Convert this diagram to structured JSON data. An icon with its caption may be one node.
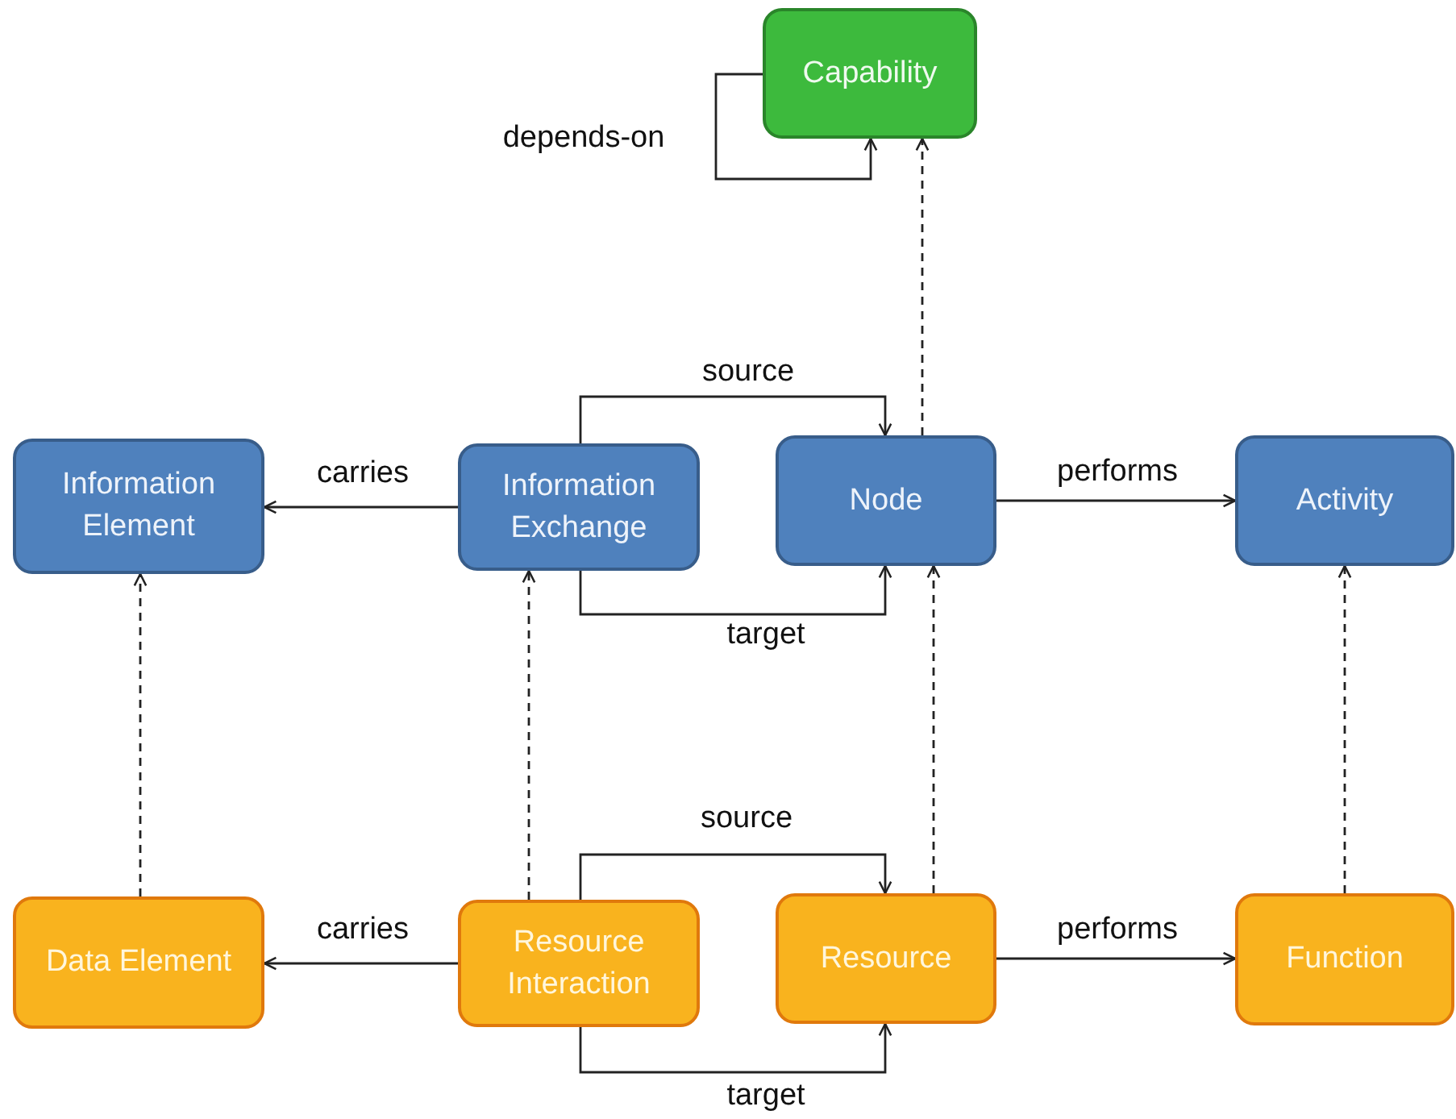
{
  "diagram": {
    "nodes": [
      {
        "text": [
          "Capability"
        ]
      },
      {
        "text": [
          "Information Element"
        ]
      },
      {
        "text": [
          "Information Exchange"
        ]
      },
      {
        "text": [
          "Node"
        ]
      },
      {
        "text": [
          "Activity"
        ]
      },
      {
        "text": [
          "Data Element"
        ]
      },
      {
        "text": [
          "Resource Interaction"
        ]
      },
      {
        "text": [
          "Resource"
        ]
      },
      {
        "text": [
          "Function"
        ]
      }
    ],
    "edges": [
      {
        "from": 0,
        "to": 0,
        "arrow": "to",
        "label": "depends-on"
      },
      {
        "from": 2,
        "to": 1,
        "arrow": "to",
        "label": "carries"
      },
      {
        "from": 2,
        "to": 3,
        "arrow": "to",
        "label": "source"
      },
      {
        "from": 2,
        "to": 3,
        "arrow": "to",
        "label": "target"
      },
      {
        "from": 3,
        "to": 4,
        "arrow": "to",
        "label": "performs"
      },
      {
        "from": 3,
        "to": 0,
        "arrow": "to",
        "style": "dashed"
      },
      {
        "from": 5,
        "to": 1,
        "arrow": "to",
        "style": "dashed"
      },
      {
        "from": 6,
        "to": 2,
        "arrow": "to",
        "style": "dashed"
      },
      {
        "from": 6,
        "to": 5,
        "arrow": "to",
        "label": "carries"
      },
      {
        "from": 6,
        "to": 7,
        "arrow": "to",
        "label": "source"
      },
      {
        "from": 6,
        "to": 7,
        "arrow": "to",
        "label": "target"
      },
      {
        "from": 7,
        "to": 8,
        "arrow": "to",
        "label": "performs"
      },
      {
        "from": 7,
        "to": 3,
        "arrow": "to",
        "style": "dashed"
      },
      {
        "from": 8,
        "to": 4,
        "arrow": "to",
        "style": "dashed"
      }
    ]
  }
}
